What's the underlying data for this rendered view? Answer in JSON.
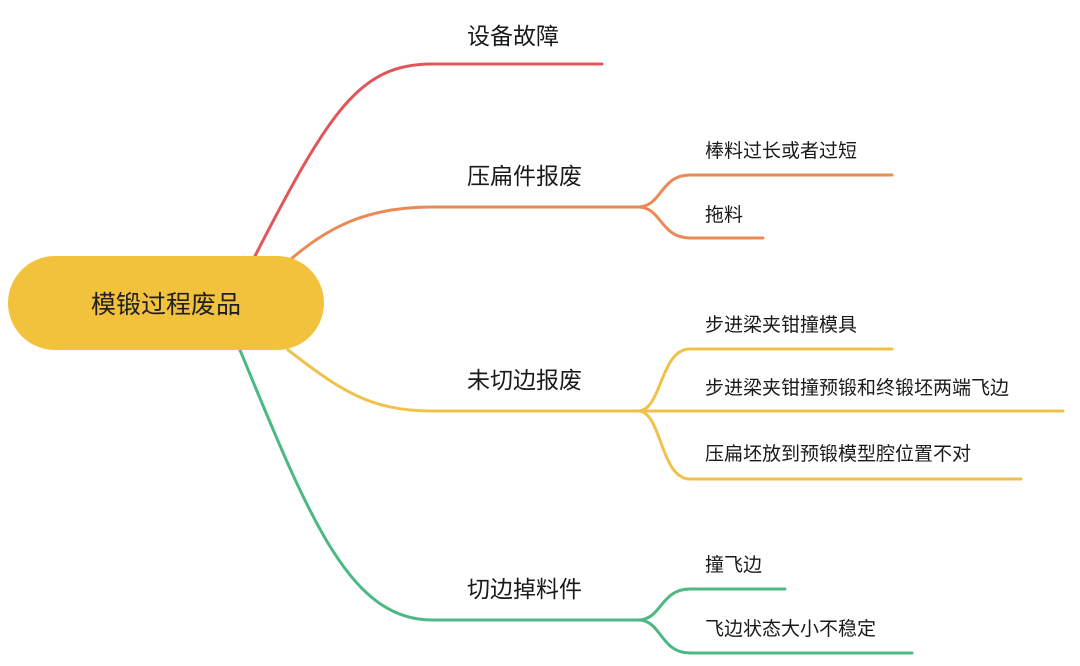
{
  "root": {
    "label": "模锻过程废品"
  },
  "branches": [
    {
      "label": "设备故障",
      "color": "#e0575a",
      "children": []
    },
    {
      "label": "压扁件报废",
      "color": "#ea8b55",
      "children": [
        "棒料过长或者过短",
        "拖料"
      ]
    },
    {
      "label": "未切边报废",
      "color": "#f1c24b",
      "children": [
        "步进梁夹钳撞模具",
        "步进梁夹钳撞预锻和终锻坯两端飞边",
        "压扁坯放到预锻模型腔位置不对"
      ]
    },
    {
      "label": "切边掉料件",
      "color": "#4cb884",
      "children": [
        "撞飞边",
        "飞边状态大小不稳定"
      ]
    }
  ]
}
